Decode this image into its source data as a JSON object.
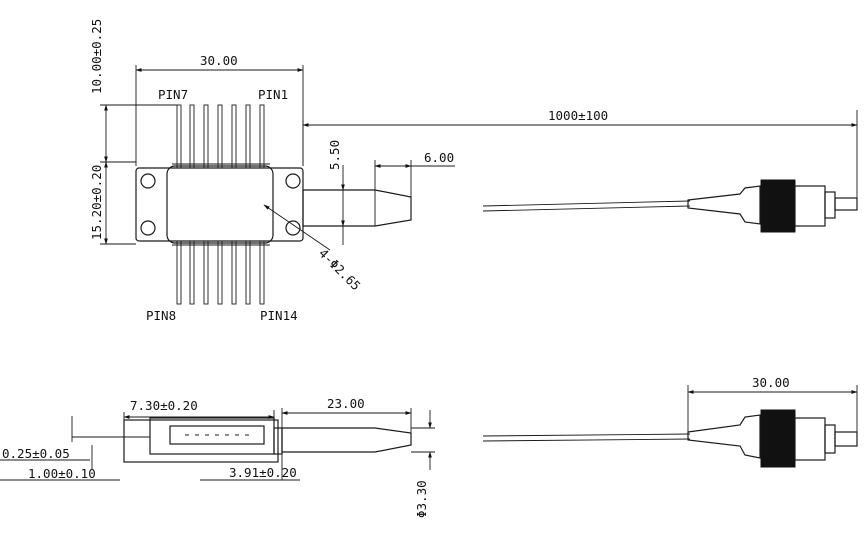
{
  "top_view": {
    "width_dim": "30.00",
    "pin_length_dim": "10.00±0.25",
    "body_height_dim": "15.20±0.20",
    "fiber_length_dim": "1000±100",
    "boot_offset_dim": "5.50",
    "boot_length_dim": "6.00",
    "hole_dim": "4-Φ2.65",
    "pin7": "PIN7",
    "pin1": "PIN1",
    "pin8": "PIN8",
    "pin14": "PIN14"
  },
  "side_view": {
    "pin_offset_dim": "7.30±0.20",
    "lead_thickness_dim": "0.25±0.05",
    "base_thickness_dim": "1.00±0.10",
    "flange_dim": "3.91±0.20",
    "boot_length_dim": "23.00",
    "boot_diameter_dim": "Φ3.30"
  },
  "connector_view": {
    "connector_length_dim": "30.00"
  }
}
